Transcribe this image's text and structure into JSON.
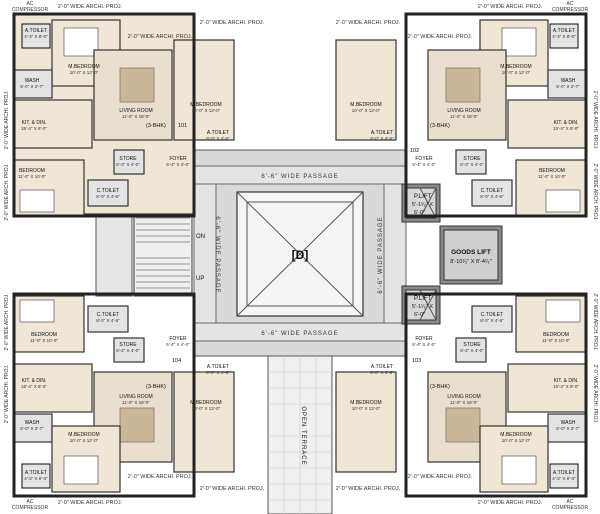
{
  "center_label": "[D]",
  "passage_top": "6'-6\" WIDE PASSAGE",
  "passage_bottom": "6'-6\" WIDE PASSAGE",
  "passage_left": "6'-6\" WIDE PASSAGE",
  "passage_right": "6'-6\" WIDE PASSAGE",
  "open_terrace": "OPEN TERRACE",
  "stair_on": "ON",
  "stair_up": "UP",
  "plift_top": {
    "name": "P.LIFT",
    "dim1": "5'-1¹⁄₂\" X",
    "dim2": "6'-0\""
  },
  "plift_bottom": {
    "name": "P.LIFT",
    "dim1": "5'-1¹⁄₂\" X",
    "dim2": "6'-0\""
  },
  "goods_lift": {
    "name": "GOODS LIFT",
    "dim": "8'-10¹⁄₂\" X 8'-4¹⁄₂\""
  },
  "proj_wide": "2'-0\" WIDE ARCHI. PROJ.",
  "proj_arch": "2'-0\" WIDE ARCH. PROJ.",
  "ac_compressor": {
    "line1": "AC",
    "line2": "COMPRESSOR"
  },
  "units": [
    {
      "id": "101",
      "bhk": "(3-BHK)"
    },
    {
      "id": "102",
      "bhk": "(3-BHK)"
    },
    {
      "id": "103",
      "bhk": "(3-BHK)"
    },
    {
      "id": "104",
      "bhk": "(3-BHK)"
    }
  ],
  "rooms": {
    "a_toilet": {
      "name": "A.TOILET",
      "dim": "4'-3\" X 8'-0\""
    },
    "a_toilet_b": {
      "name": "A.TOILET",
      "dim": "8'-0\" X 4'-6\""
    },
    "m_bedroom_1": {
      "name": "M.BEDROOM",
      "dim": "10'-0\" X 12'-0\""
    },
    "m_bedroom_2": {
      "name": "M.BEDROOM",
      "dim": "10'-0\" X 13'-0\""
    },
    "living": {
      "name": "LIVING ROOM",
      "dim": "11'-0\" X 18'-0\""
    },
    "wash": {
      "name": "WASH",
      "dim": "5'-0\" X 3'-7\""
    },
    "kit": {
      "name": "KIT. & DIN.",
      "dim": "15'-4\" X 8'-0\""
    },
    "store": {
      "name": "STORE",
      "dim": "5'-3\" X 4'-0\""
    },
    "foyer": {
      "name": "FOYER",
      "dim": "5'-4\" X 4'-0\""
    },
    "bedroom": {
      "name": "BEDROOM",
      "dim": "11'-0\" X 10'-0\""
    },
    "c_toilet": {
      "name": "C.TOILET",
      "dim": "8'-0\" X 4'-6\""
    }
  }
}
